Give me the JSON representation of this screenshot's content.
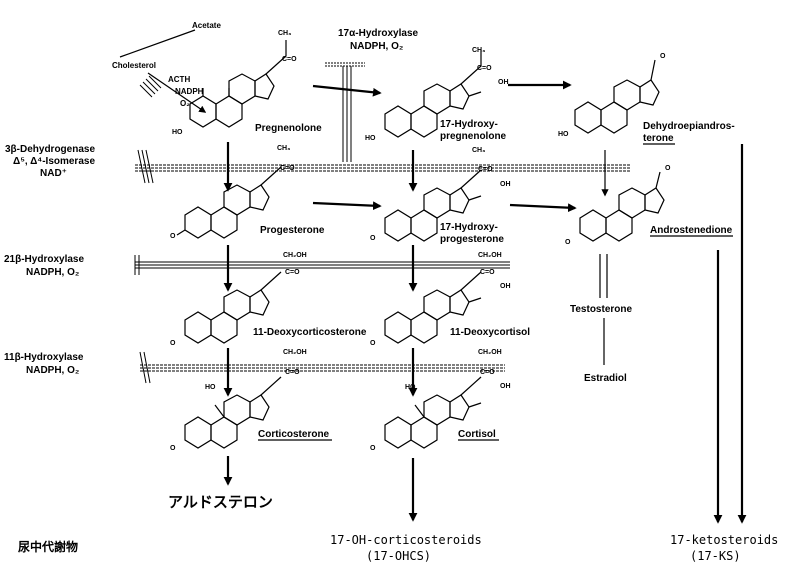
{
  "reactants": {
    "acetate": "Acetate",
    "cholesterol": "Cholesterol",
    "acth": "ACTH",
    "nadph": "NADPH",
    "o2": "O₂"
  },
  "enzymes": {
    "hydroxylase17a": {
      "name": "17α-Hydroxylase",
      "cofactor": "NADPH, O₂"
    },
    "dehydrogenase3b": {
      "name": "3β-Dehydrogenase",
      "isomerase": "Δ⁵, Δ⁴-Isomerase",
      "cofactor": "NAD⁺"
    },
    "hydroxylase21b": {
      "name": "21β-Hydroxylase",
      "cofactor": "NADPH, O₂"
    },
    "hydroxylase11b": {
      "name": "11β-Hydroxylase",
      "cofactor": "NADPH, O₂"
    }
  },
  "compounds": {
    "pregnenolone": "Pregnenolone",
    "hydroxypregnenolone_1": "17-Hydroxy-",
    "hydroxypregnenolone_2": "pregnenolone",
    "dhea_1": "Dehydroepiandros-",
    "dhea_2": "terone",
    "progesterone": "Progesterone",
    "hydroxyprogesterone_1": "17-Hydroxy-",
    "hydroxyprogesterone_2": "progesterone",
    "androstenedione": "Androstenedione",
    "testosterone": "Testosterone",
    "estradiol": "Estradiol",
    "deoxycorticosterone": "11-Deoxycorticosterone",
    "deoxycortisol": "11-Deoxycortisol",
    "corticosterone": "Corticosterone",
    "cortisol": "Cortisol"
  },
  "groups": {
    "ch3": "CH₃",
    "co": "C=O",
    "ch2oh": "CH₂OH",
    "oh": "OH",
    "ho": "HO",
    "o": "O"
  },
  "products": {
    "aldosterone_jp": "アルドステロン",
    "urinary_metabolites_jp": "尿中代謝物",
    "ohcs_1": "17-OH-corticosteroids",
    "ohcs_2": "(17-OHCS)",
    "ks_1": "17-ketosteroids",
    "ks_2": "(17-KS)"
  }
}
